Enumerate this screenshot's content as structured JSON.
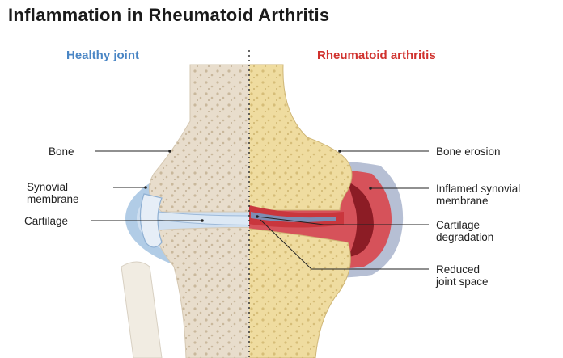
{
  "title": "Inflammation in Rheumatoid Arthritis",
  "panels": {
    "left": {
      "heading": "Healthy joint",
      "color": "#4a86c5"
    },
    "right": {
      "heading": "Rheumatoid arthritis",
      "color": "#d0312d"
    }
  },
  "labels": {
    "bone": "Bone",
    "synovial_line1": "Synovial",
    "synovial_line2": "membrane",
    "cartilage": "Cartilage",
    "bone_erosion": "Bone erosion",
    "inflamed_line1": "Inflamed synovial",
    "inflamed_line2": "membrane",
    "cartilage_deg_line1": "Cartilage",
    "cartilage_deg_line2": "degradation",
    "reduced_line1": "Reduced",
    "reduced_line2": "joint space"
  },
  "colors": {
    "healthy_bone": "#e8ddcc",
    "ra_bone": "#efdca0",
    "synovium_healthy": "#a9c6e3",
    "synovium_inflamed": "#b7262b",
    "cartilage": "#dde9f5",
    "tibia_fibula": "#f1ece2"
  }
}
